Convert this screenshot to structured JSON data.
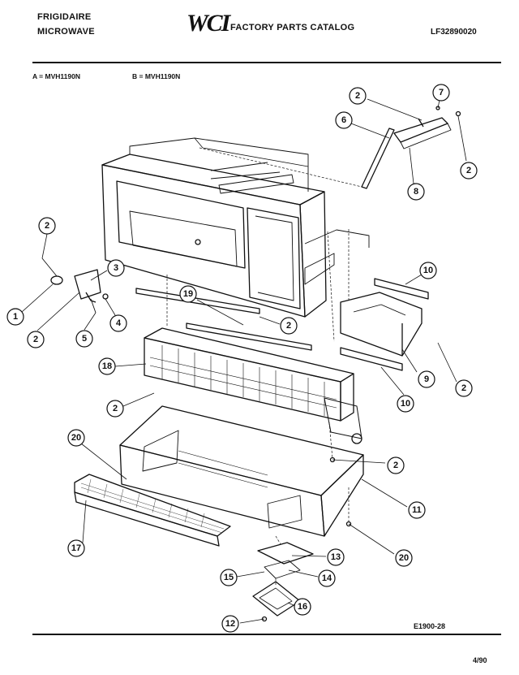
{
  "header": {
    "brand_line1": "FRIGIDAIRE",
    "brand_line2": "MICROWAVE",
    "logo_mark": "WCI",
    "logo_text": "FACTORY PARTS CATALOG",
    "catalog_number": "LF32890020"
  },
  "models": {
    "a": "A = MVH1190N",
    "b": "B = MVH1190N"
  },
  "callouts": {
    "c1": "1",
    "c2": "2",
    "c3": "3",
    "c4": "4",
    "c5": "5",
    "c6": "6",
    "c7": "7",
    "c8": "8",
    "c9": "9",
    "c10": "10",
    "c11": "11",
    "c12": "12",
    "c13": "13",
    "c14": "14",
    "c15": "15",
    "c16": "16",
    "c17": "17",
    "c18": "18",
    "c19": "19",
    "c20": "20"
  },
  "footer": {
    "drawing_code": "E1900-28",
    "date": "4/90"
  }
}
